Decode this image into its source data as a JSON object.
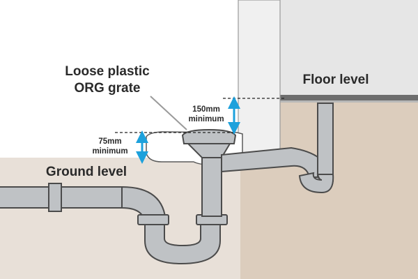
{
  "labels": {
    "grate_line1": "Loose plastic",
    "grate_line2": "ORG grate",
    "floor_level": "Floor level",
    "ground_level": "Ground level",
    "min150_value": "150mm",
    "min150_unit": "minimum",
    "min75_value": "75mm",
    "min75_unit": "minimum"
  },
  "colors": {
    "ground": "#e8e0d8",
    "underfloor": "#dccdbd",
    "pipe_fill": "#bfc2c5",
    "pipe_outline": "#4b4b4b",
    "house_wall": "#f0f0f0",
    "house_panel": "#e6e6e6",
    "arrow": "#1da1dc",
    "text": "#2a2a2a"
  }
}
